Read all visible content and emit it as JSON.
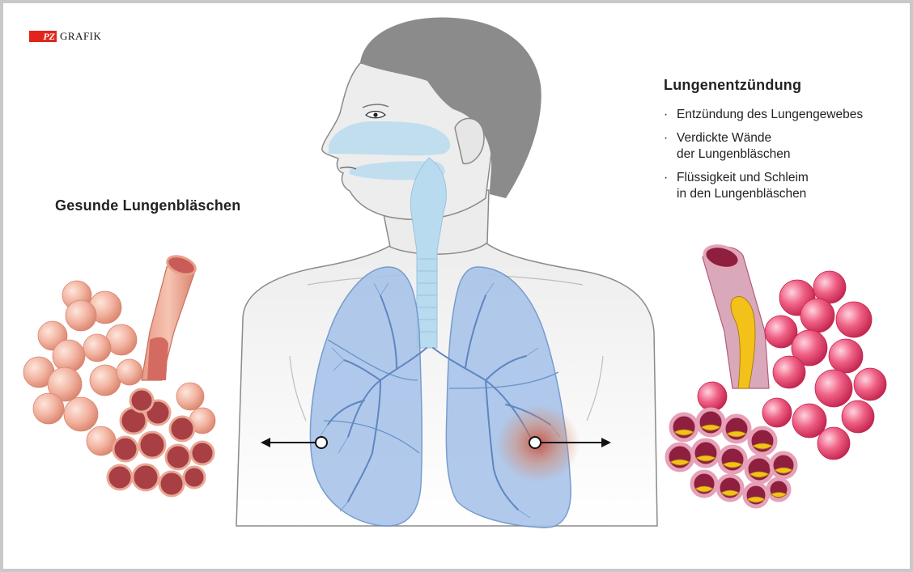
{
  "logo": {
    "badge": "PZ",
    "text": "GRAFIK",
    "color": "#e1251b"
  },
  "left_panel": {
    "title": "Gesunde Lungenbläschen"
  },
  "right_panel": {
    "title": "Lungenentzündung",
    "bullets": [
      "Entzündung des Lungengewebes",
      "Verdickte Wände\nder Lungenbläschen",
      "Flüssigkeit und Schleim\nin den Lungenbläschen"
    ]
  },
  "colors": {
    "lung": "#a9c4ea",
    "airway": "#b9dbef",
    "healthy_alveoli": "#f2b3a0",
    "inflamed_alveoli": "#e8456e",
    "inflammation": "#c9473a",
    "mucus": "#f2c21b"
  }
}
